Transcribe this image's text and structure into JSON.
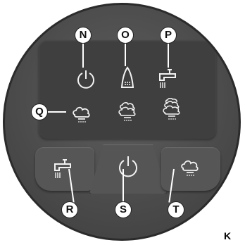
{
  "callouts": {
    "n": "N",
    "o": "O",
    "p": "P",
    "q": "Q",
    "r": "R",
    "s": "S",
    "t": "T"
  },
  "corner_fragment": "K",
  "icons": {
    "upper_row": [
      "power-icon",
      "iron-icon",
      "faucet-icon"
    ],
    "middle_row": [
      "steam-low-icon",
      "steam-medium-icon",
      "steam-high-icon"
    ],
    "bottom_buttons": [
      "water-dispense-icon",
      "main-power-icon",
      "steam-dispense-icon"
    ]
  },
  "colors": {
    "panel": "#3f3f3f",
    "body": "#4a4a4a",
    "icon_stroke": "#f2f2f2",
    "callout_bg": "#ffffff"
  }
}
